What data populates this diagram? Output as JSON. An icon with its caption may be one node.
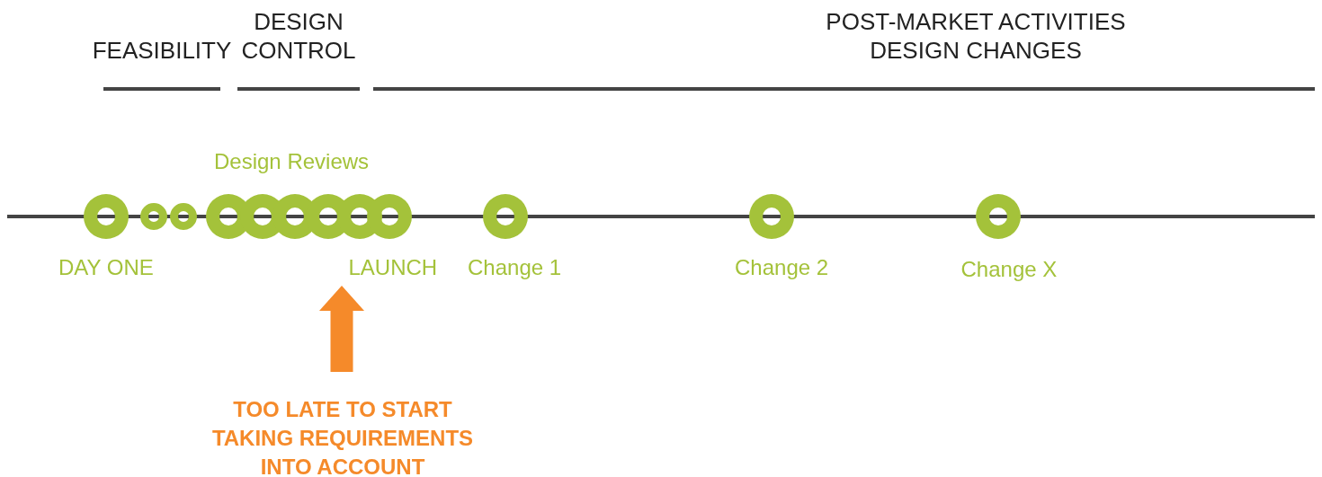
{
  "diagram": {
    "nodes": [
      {
        "text": [],
        "shape": "circle",
        "beside": [
          "DAY ONE"
        ]
      },
      {
        "text": [],
        "shape": "circle"
      },
      {
        "text": [],
        "shape": "circle"
      },
      {
        "text": [],
        "shape": "circle"
      },
      {
        "text": [],
        "shape": "circle"
      },
      {
        "text": [],
        "shape": "circle"
      },
      {
        "text": [],
        "shape": "circle"
      },
      {
        "text": [],
        "shape": "circle"
      },
      {
        "text": [],
        "shape": "circle",
        "beside": [
          "LAUNCH"
        ]
      },
      {
        "text": [],
        "shape": "circle",
        "beside": [
          "Change 1"
        ]
      },
      {
        "text": [],
        "shape": "circle",
        "beside": [
          "Change 2"
        ]
      },
      {
        "text": [],
        "shape": "circle",
        "beside": [
          "Change X"
        ]
      },
      {
        "text": [
          "TOO LATE TO START TAKING REQUIREMENTS INTO ACCOUNT"
        ]
      }
    ],
    "edges": [
      {
        "from": 12,
        "to": 8,
        "arrow": "to"
      }
    ],
    "labels": [
      "FEASIBILITY",
      "DESIGN CONTROL",
      "POST-MARKET ACTIVITIES DESIGN CHANGES",
      "Design Reviews"
    ]
  }
}
